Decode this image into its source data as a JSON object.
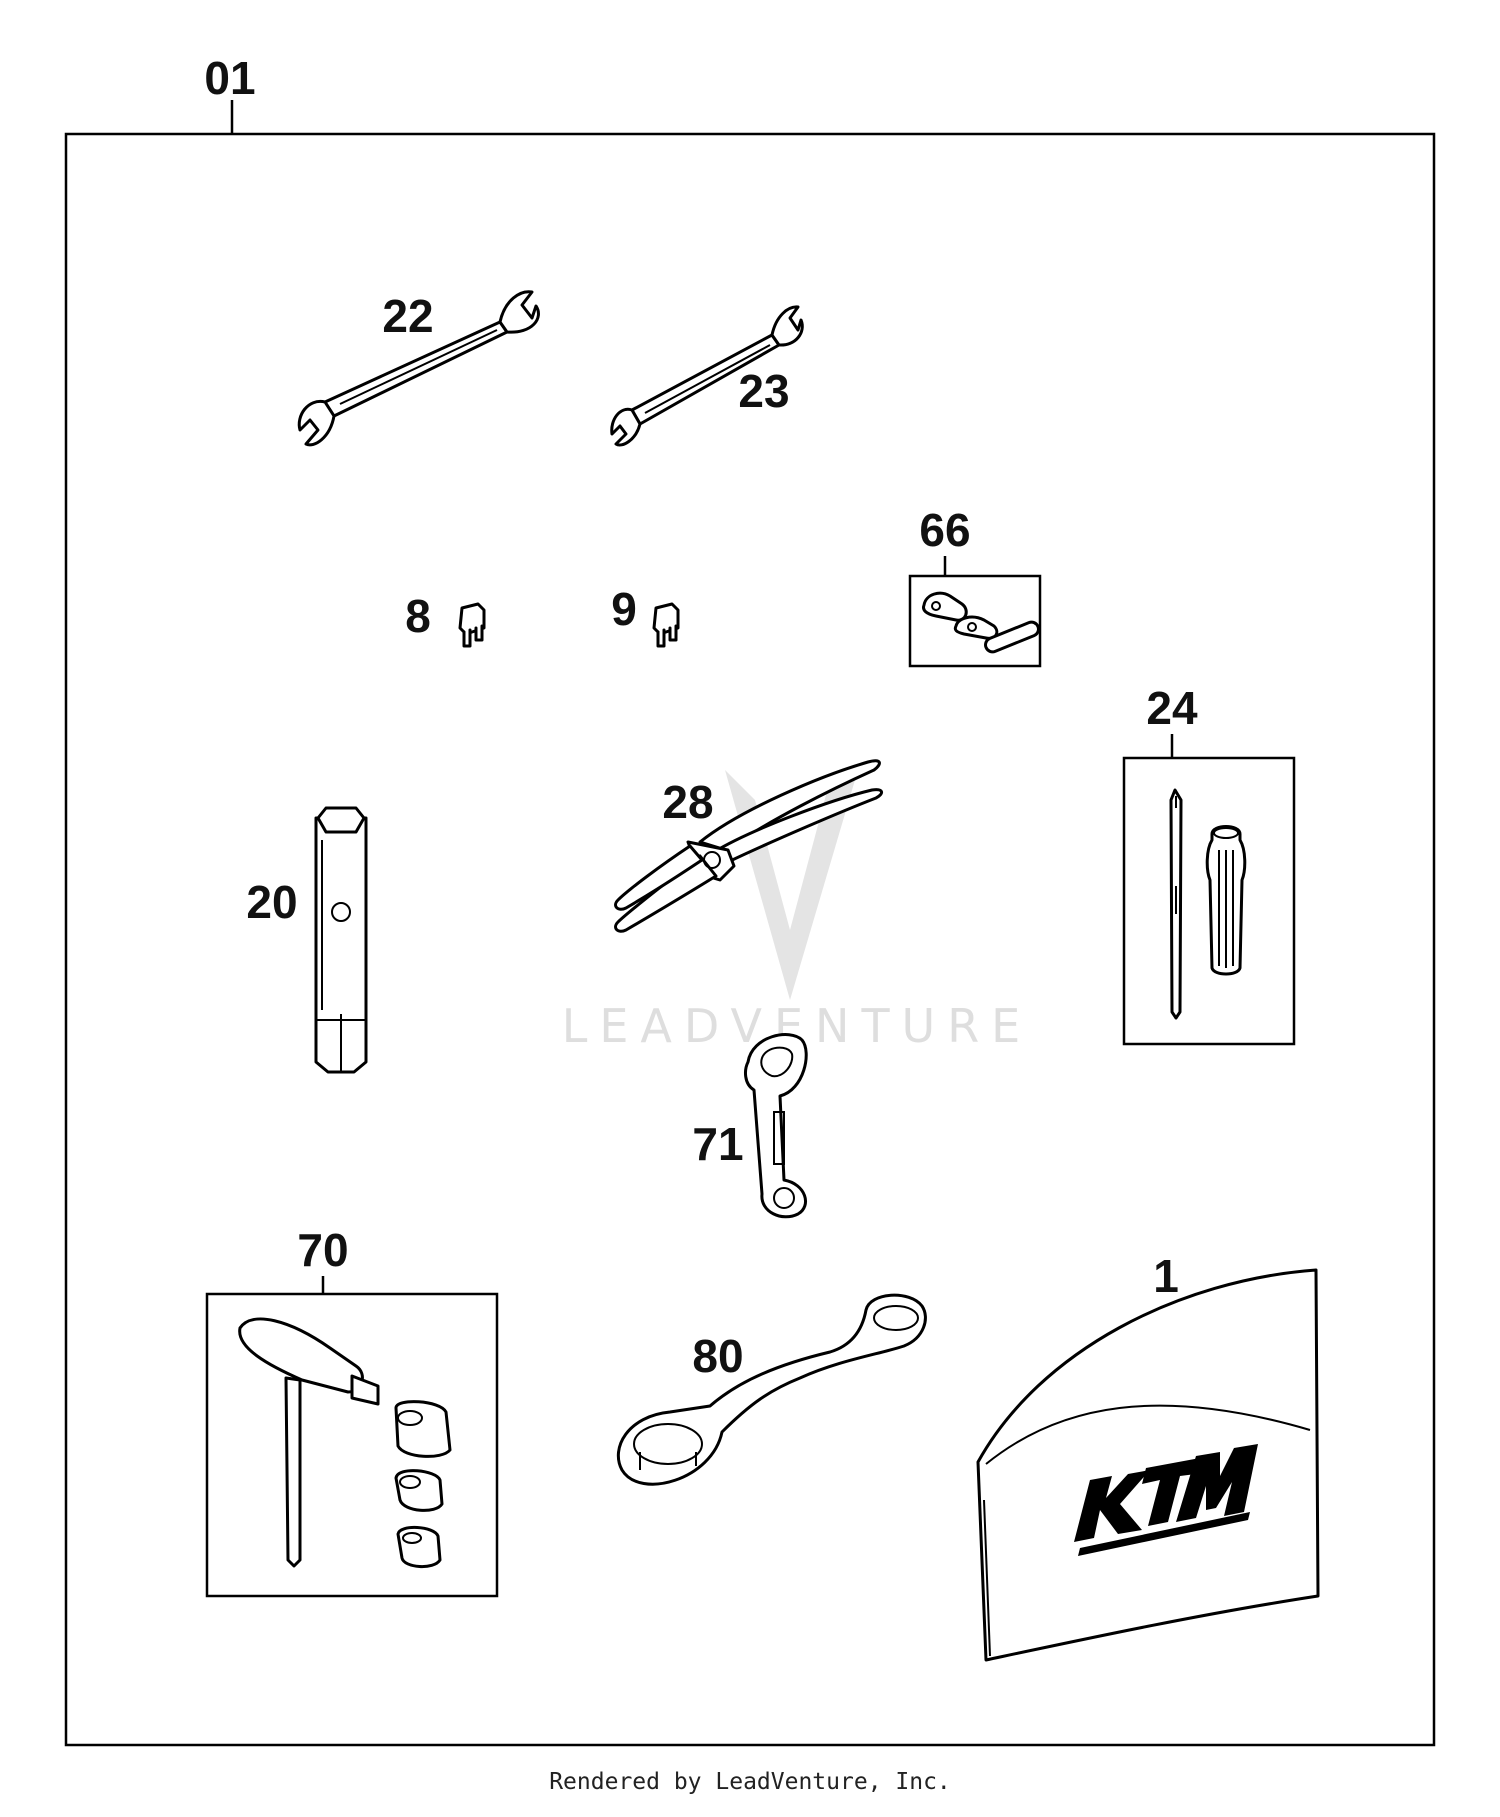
{
  "assembly_label": "01",
  "callouts": {
    "c22": "22",
    "c23": "23",
    "c66": "66",
    "c8": "8",
    "c9": "9",
    "c24": "24",
    "c28": "28",
    "c20": "20",
    "c71": "71",
    "c70": "70",
    "c1": "1",
    "c80": "80"
  },
  "watermark": "LEADVENTURE",
  "footer": "Rendered by LeadVenture, Inc."
}
